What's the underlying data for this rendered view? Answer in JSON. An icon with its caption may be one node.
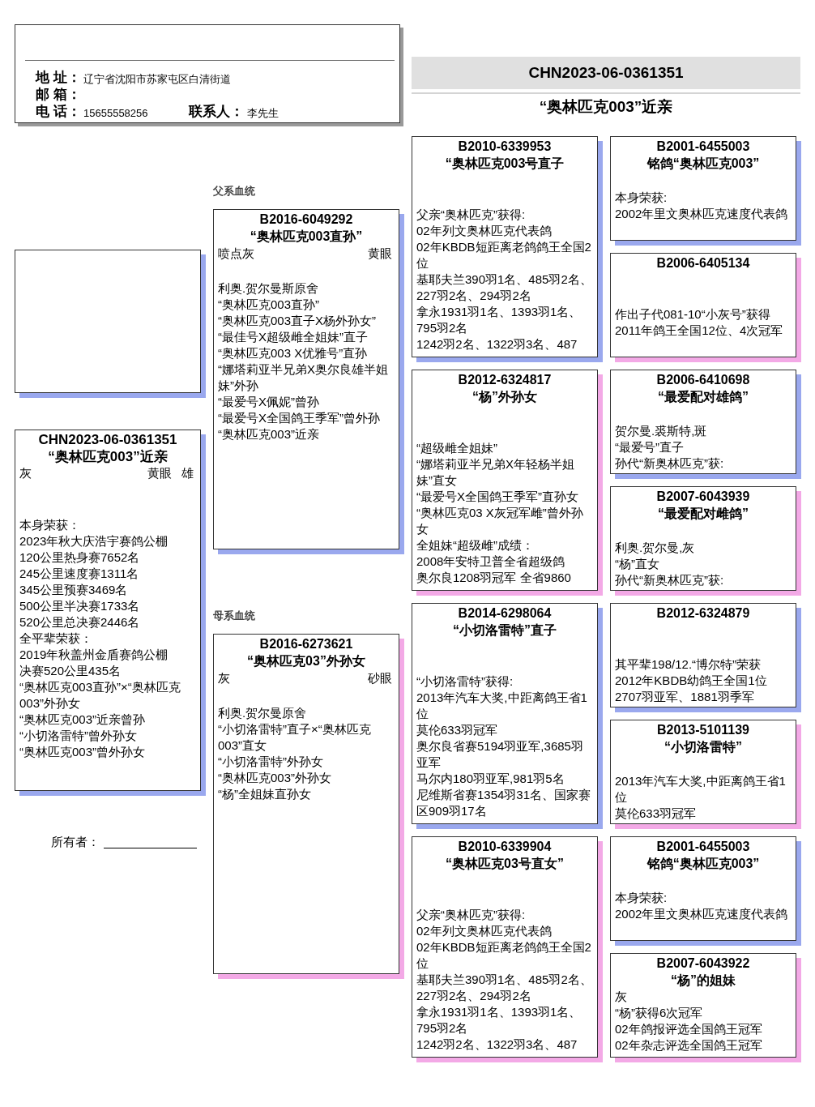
{
  "diagram": {
    "nodes": [
      {
        "text": [
          "地 址：",
          "辽宁省沈阳市苏家屯区白清街道",
          "邮 箱：",
          "电 话：",
          "15655558256",
          "联系人：",
          "李先生"
        ]
      },
      {
        "text": [
          "CHN2023-06-0361351"
        ]
      },
      {
        "text": [],
        "shape": "box"
      },
      {
        "text": [
          "CHN2023-06-0361351",
          "“奥林匹克003”近亲",
          "灰",
          "黄眼",
          "雄",
          "本身荣获：",
          "2023年秋大庆浩宇赛鸽公棚",
          "120公里热身赛7652名",
          "245公里速度赛1311名",
          "345公里预赛3469名",
          "500公里半决赛1733名",
          "520公里总决赛2446名",
          "全平辈荣获：",
          "2019年秋盖州金盾赛鸽公棚",
          "决赛520公里435名",
          "“奥林匹克003直孙”×“奥林匹克003”外孙女",
          "“奥林匹克003”近亲曾孙",
          "“小切洛雷特”曾外孙女",
          "“奥林匹克003”曾外孙女"
        ]
      },
      {
        "text": [
          "B2016-6049292",
          "“奥林匹克003直孙”",
          "喷点灰",
          "黄眼",
          "利奥.贺尔曼斯原舍",
          "“奥林匹克003直孙”",
          "“奥林匹克003直子X杨外孙女”",
          "“最佳号X超级雌全姐妹”直子",
          "“奥林匹克003 X优雅号”直孙",
          "“娜塔莉亚半兄弟X奥尔良雄半姐妹”外孙",
          "“最爱号X佩妮”曾孙",
          "“最爱号X全国鸽王季军”曾外孙",
          "“奥林匹克003”近亲"
        ]
      },
      {
        "text": [
          "B2016-6273621",
          "“奥林匹克03”外孙女",
          "灰",
          "砂眼",
          "利奥.贺尔曼原舍",
          "“小切洛雷特”直子×“奥林匹克003”直女",
          "“小切洛雷特”外孙女",
          "“奥林匹克003”外孙女",
          "“杨”全姐妹直孙女"
        ]
      },
      {
        "text": [
          "B2010-6339953",
          "“奥林匹克003号直子",
          "父亲“奥林匹克”获得:",
          "02年列文奥林匹克代表鸽",
          "02年KBDB短距离老鸽鸽王全国2位",
          "基耶夫兰390羽1名、485羽2名、227羽2名、294羽2名",
          "拿永1931羽1名、1393羽1名、795羽2名",
          "1242羽2名、1322羽3名、487"
        ]
      },
      {
        "text": [
          "B2001-6455003",
          "铭鸽“奥林匹克003”",
          "本身荣获:",
          "2002年里文奥林匹克速度代表鸽"
        ]
      },
      {
        "text": [
          "B2006-6405134",
          "作出子代081-10“小灰号”获得",
          "2011年鸽王全国12位、4次冠军"
        ]
      },
      {
        "text": [
          "B2012-6324817",
          "“杨”外孙女",
          "“超级雌全姐妹”",
          "“娜塔莉亚半兄弟X年轻杨半姐妹”直女",
          "“最爱号X全国鸽王季军”直孙女",
          "“奥林匹克03 X灰冠军雌”曾外孙女",
          "全姐妹“超级雌”成绩：",
          "2008年安特卫普全省超级鸽",
          "奥尔良1208羽冠军 全省9860"
        ]
      },
      {
        "text": [
          "B2006-6410698",
          "“最爱配对雄鸽”",
          "贺尔曼.裘斯特,斑",
          "“最爱号”直子",
          "孙代“新奥林匹克”获:"
        ]
      },
      {
        "text": [
          "B2007-6043939",
          "“最爱配对雌鸽”",
          "利奥.贺尔曼,灰",
          "“杨”直女",
          "孙代“新奥林匹克”获:"
        ]
      },
      {
        "text": [
          "B2014-6298064",
          "“小切洛雷特”直子",
          "“小切洛雷特”获得:",
          "2013年汽车大奖,中距离鸽王省1位",
          "莫伦633羽冠军",
          "奥尔良省赛5194羽亚军,3685羽亚军",
          "马尔内180羽亚军,981羽5名",
          "尼维斯省赛1354羽31名、国家赛区909羽17名"
        ]
      },
      {
        "text": [
          "B2012-6324879",
          "其平辈198/12.“博尔特”荣获",
          "2012年KBDB幼鸽王全国1位",
          "2707羽亚军、1881羽季军"
        ]
      },
      {
        "text": [
          "B2013-5101139",
          "“小切洛雷特”",
          "2013年汽车大奖,中距离鸽王省1位",
          "莫伦633羽冠军"
        ]
      },
      {
        "text": [
          "B2010-6339904",
          "“奥林匹克03号直女”",
          "父亲“奥林匹克”获得:",
          "02年列文奥林匹克代表鸽",
          "02年KBDB短距离老鸽鸽王全国2位",
          "基耶夫兰390羽1名、485羽2名、227羽2名、294羽2名",
          "拿永1931羽1名、1393羽1名、795羽2名",
          "1242羽2名、1322羽3名、487"
        ]
      },
      {
        "text": [
          "B2001-6455003",
          "铭鸽“奥林匹克003”",
          "本身荣获:",
          "2002年里文奥林匹克速度代表鸽"
        ]
      },
      {
        "text": [
          "B2007-6043922",
          "“杨”的姐妹",
          "灰",
          "“杨”获得6次冠军",
          "02年鸽报评选全国鸽王冠军",
          "02年杂志评选全国鸽王冠军"
        ]
      }
    ],
    "labels": [
      "“奥林匹克003”近亲",
      "父系血统",
      "母系血统",
      "所有者："
    ]
  }
}
